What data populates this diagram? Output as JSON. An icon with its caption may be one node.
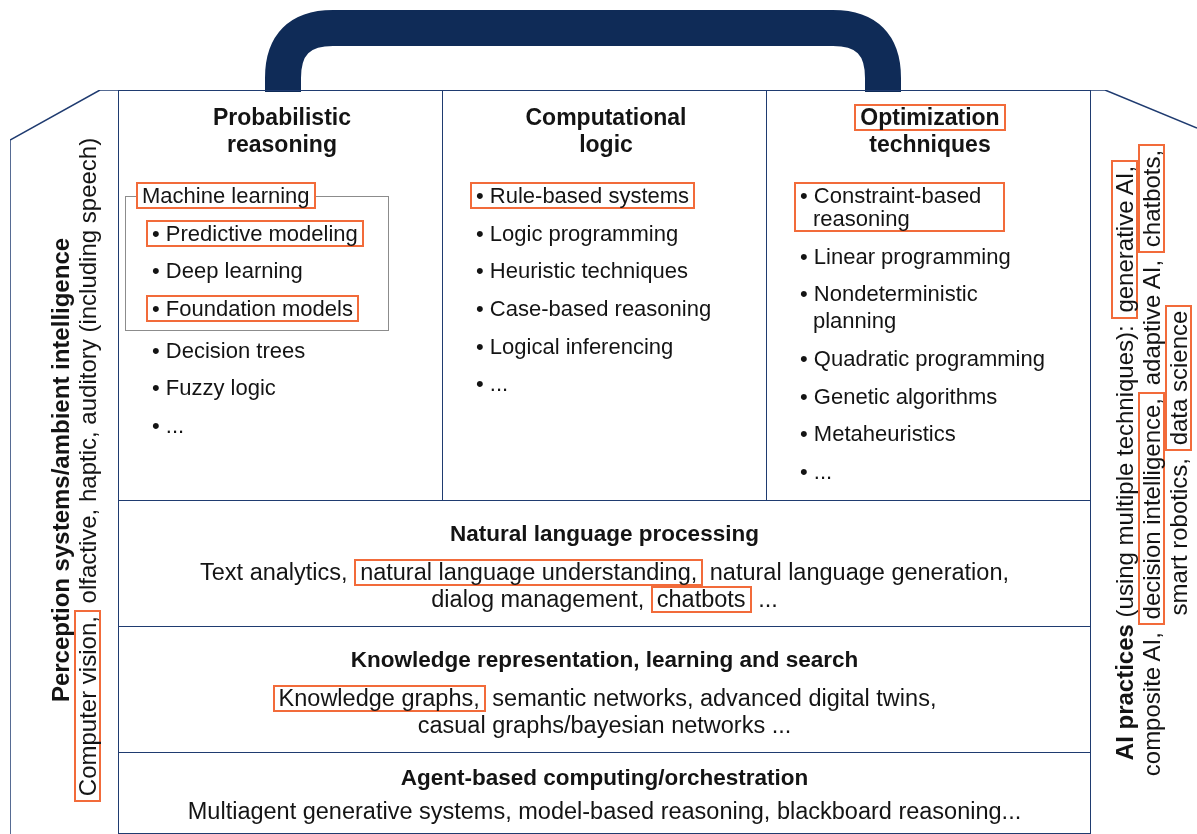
{
  "diagram": {
    "nodes": [
      {
        "text": [
          "Perception systems/ambient intelligence",
          "olfactive, haptic, auditory (including speech)"
        ]
      },
      {
        "text": [
          "Computer vision,"
        ],
        "in": 0
      },
      {
        "text": [
          "Probabilistic reasoning",
          "• Decision trees",
          "• Fuzzy logic",
          "• ..."
        ]
      },
      {
        "text": [
          "• Deep learning"
        ],
        "in": 2
      },
      {
        "text": [
          "Machine learning"
        ],
        "in": 3
      },
      {
        "text": [
          "• Predictive modeling"
        ],
        "in": 3
      },
      {
        "text": [
          "• Foundation models"
        ],
        "in": 3
      },
      {
        "text": [
          "Computational logic",
          "• Logic programming",
          "• Heuristic techniques",
          "• Case-based reasoning",
          "• Logical inferencing",
          "• ..."
        ]
      },
      {
        "text": [
          "• Rule-based systems"
        ],
        "in": 7
      },
      {
        "text": [
          "techniques",
          "• Linear programming",
          "• Nondeterministic planning",
          "• Quadratic programming",
          "• Genetic algorithms",
          "• Metaheuristics",
          "• ..."
        ]
      },
      {
        "text": [
          "Optimization"
        ],
        "in": 9
      },
      {
        "text": [
          "• Constraint-based reasoning"
        ],
        "in": 9
      },
      {
        "text": [
          "Natural language processing",
          "Text analytics,",
          "natural language generation,",
          "dialog management,",
          "..."
        ]
      },
      {
        "text": [
          "natural language understanding,"
        ],
        "in": 12
      },
      {
        "text": [
          "chatbots"
        ],
        "in": 12
      },
      {
        "text": [
          "Knowledge representation, learning and search",
          "semantic networks, advanced digital twins,",
          "casual graphs/bayesian networks ..."
        ]
      },
      {
        "text": [
          "Knowledge graphs,"
        ],
        "in": 15
      },
      {
        "text": [
          "Agent-based computing/orchestration",
          "Multiagent generative systems, model-based reasoning, blackboard reasoning..."
        ]
      },
      {
        "text": [
          "**AI practices** (using multiple techniques):",
          "composite AI,",
          "adaptive AI,",
          "smart robotics,"
        ]
      },
      {
        "text": [
          "generative AI,"
        ],
        "in": 18
      },
      {
        "text": [
          "decision intelligence,"
        ],
        "in": 18
      },
      {
        "text": [
          "chatbots,"
        ],
        "in": 18
      },
      {
        "text": [
          "data science"
        ],
        "in": 18
      }
    ]
  }
}
